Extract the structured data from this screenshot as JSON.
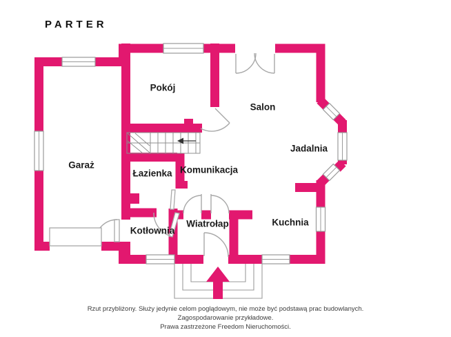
{
  "title": "PARTER",
  "rooms": {
    "pokoj": {
      "label": "Pokój"
    },
    "salon": {
      "label": "Salon"
    },
    "jadalnia": {
      "label": "Jadalnia"
    },
    "garaz": {
      "label": "Garaż"
    },
    "lazienka": {
      "label": "Łazienka"
    },
    "komunikacja": {
      "label": "Komunikacja"
    },
    "kotlownia": {
      "label": "Kotłownia"
    },
    "wiatrolap": {
      "label": "Wiatrołap"
    },
    "kuchnia": {
      "label": "Kuchnia"
    }
  },
  "disclaimer": {
    "line1": "Rzut przybliżony. Służy jedynie celom poglądowym, nie może być podstawą prac budowlanych.",
    "line2": "Zagospodarowanie przykładowe.",
    "line3": "Prawa zastrzeżone Freedom Nieruchomości."
  },
  "icons": {
    "entrance_arrow": "up-arrow",
    "stairs_direction_arrow": "left-arrow"
  },
  "colors": {
    "wall": "#E2186F",
    "lines": "#9a9a9a",
    "text": "#1b1b1b",
    "disclaimer_text": "#3c3c3c"
  }
}
